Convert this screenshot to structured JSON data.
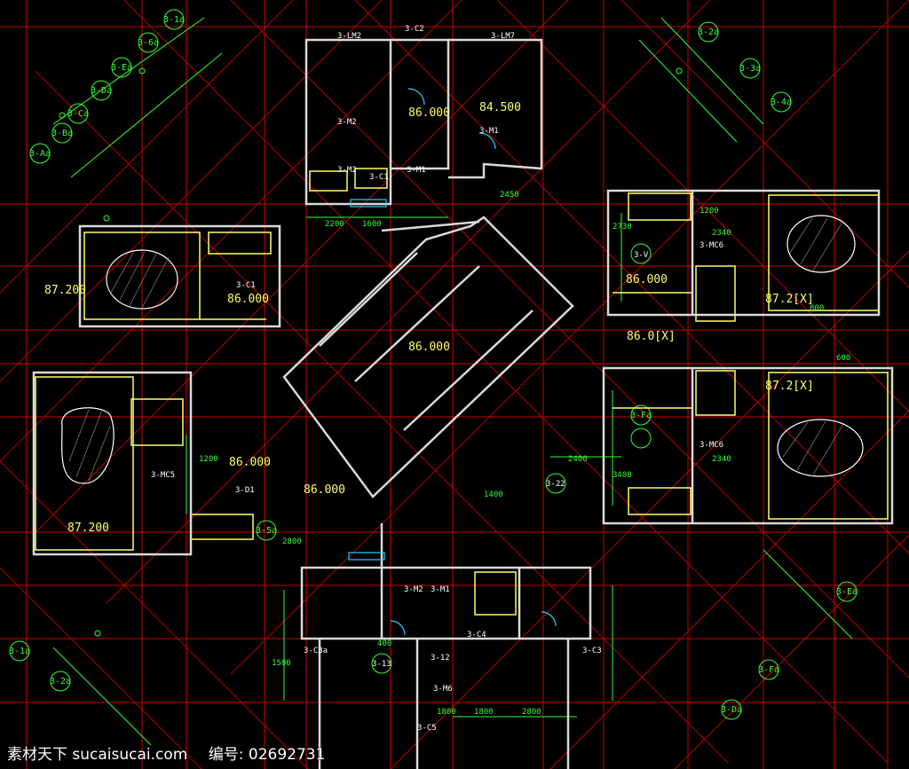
{
  "watermark": {
    "site": "素材天下 sucaisucai.com",
    "code_label": "编号:",
    "code": "02692731"
  },
  "colors": {
    "background": "#000000",
    "grid": "#cc0000",
    "diagonal_grid": "#b80000",
    "walls": "#d9d9d9",
    "furniture": "#ffff66",
    "dimensions": "#33ff33",
    "accent": "#33ccff"
  },
  "elevations": {
    "top_a": "86.000",
    "top_b": "84.500",
    "left": "87.200",
    "left_room": "86.000",
    "center": "86.000",
    "right_a": "86.000",
    "right_b": "86.0[X]",
    "right_c": "87.2[X]",
    "right_d": "87.2[X]",
    "lower_left": "86.000",
    "lower_center": "86.000",
    "bottom_left": "87.200"
  },
  "tags": {
    "t1": "3-C2",
    "t2": "3-LM2",
    "t3": "3-LM7",
    "t4": "3-M2",
    "t5": "3-M1",
    "t6": "3-C1",
    "t7": "3-MC6",
    "t8": "3-C1",
    "t9": "3-MC5",
    "t10": "3-D1",
    "t11": "3-M2",
    "t12": "3-M1",
    "t13": "3-C4",
    "t14": "3-C3",
    "t15": "3-13",
    "t16": "3-12",
    "t17": "3-M6",
    "t18": "3-C5",
    "t19": "3-V",
    "t20": "3-22",
    "t21": "3-MC6",
    "t22": "3-C3a",
    "t23": "3-M2",
    "t24": "3-M1"
  },
  "axes": {
    "a1": "3-1a",
    "a2": "3-2a",
    "a3": "3-3a",
    "a4": "3-4a",
    "a5": "3-5a",
    "a6": "3-6a",
    "a7": "3-Ba",
    "a8": "3-Ca",
    "a9": "3-Da",
    "a10": "3-Ea",
    "a11": "3-Fa",
    "a12": "3-Aa",
    "a13": "3-1a",
    "a14": "3-2a",
    "a15": "3-Fa",
    "a16": "3-Ea",
    "a17": "3-Da"
  },
  "dimensions": {
    "d1": "2200",
    "d2": "1600",
    "d3": "2450",
    "d4": "2340",
    "d5": "2340",
    "d6": "2400",
    "d7": "1400",
    "d8": "1800",
    "d9": "1800",
    "d10": "2800",
    "d11": "400",
    "d12": "1200",
    "d13": "2730",
    "d14": "3400",
    "d15": "600",
    "d16": "800",
    "d17": "1200",
    "d18": "1500",
    "d19": "2800"
  }
}
